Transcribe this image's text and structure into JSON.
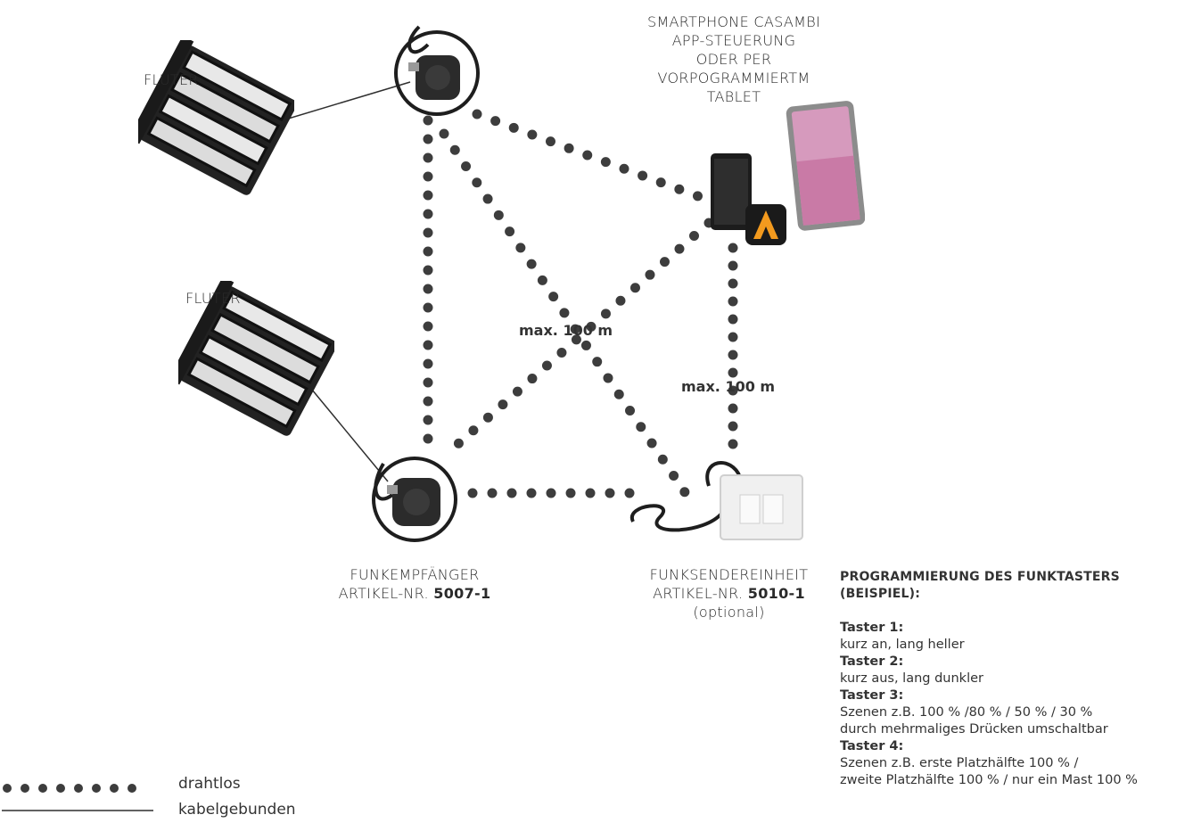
{
  "labels": {
    "fluter_1": "FLUTER",
    "fluter_2": "FLUTER",
    "smartphone_lines": [
      "SMARTPHONE CASAMBI",
      "APP-STEUERUNG",
      "ODER PER",
      "VORPOGRAMMIERTM",
      "TABLET"
    ],
    "receiver_line1": "FUNKEMPFÄNGER",
    "receiver_prefix": "ARTIKEL-NR. ",
    "receiver_number": "5007-1",
    "sender_line1": "FUNKSENDEREINHEIT",
    "sender_prefix": "ARTIKEL-NR. ",
    "sender_number": "5010-1",
    "sender_optional": "(optional)",
    "distance_center": "max. 100 m",
    "distance_right": "max. 100 m"
  },
  "programming": {
    "heading_line1": "PROGRAMMIERUNG DES FUNKTASTERS",
    "heading_line2": "(BEISPIEL):",
    "buttons": [
      {
        "title": "Taster 1:",
        "lines": [
          "kurz an, lang heller"
        ]
      },
      {
        "title": "Taster 2:",
        "lines": [
          "kurz aus, lang dunkler"
        ]
      },
      {
        "title": "Taster 3:",
        "lines": [
          "Szenen z.B. 100 % /80 % / 50 % / 30 %",
          "durch mehrmaliges Drücken umschaltbar"
        ]
      },
      {
        "title": "Taster 4:",
        "lines": [
          "Szenen z.B. erste Platzhälfte 100 % /",
          "zweite Platzhälfte 100 % / nur ein Mast 100 %"
        ]
      }
    ]
  },
  "legend": {
    "wireless": "drahtlos",
    "wired": "kabelgebunden"
  },
  "colors": {
    "dots": "#3d3d3d",
    "device_dark": "#2b2b2b",
    "casambi_orange": "#f39a1e",
    "tablet_pink": "#c97aa6"
  },
  "icons": {
    "floodlight": "floodlight-icon",
    "receiver": "receiver-device-icon",
    "sender": "switch-box-icon",
    "smartphone": "smartphone-icon",
    "tablet": "tablet-icon",
    "casambi": "casambi-app-icon"
  }
}
